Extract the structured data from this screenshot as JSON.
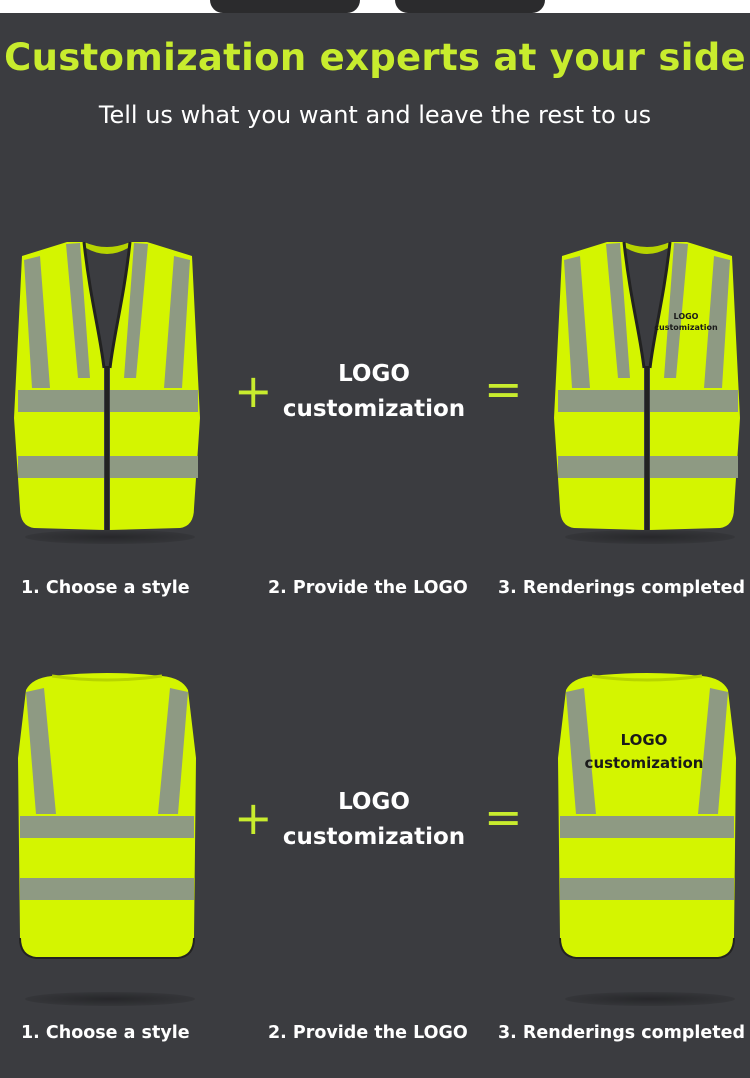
{
  "header": {
    "title": "Customization experts at your side",
    "subtitle": "Tell us what you want and leave the rest to us"
  },
  "colors": {
    "background": "#3b3c40",
    "accent": "#c8ec2e",
    "vest": "#d4f500",
    "reflective": "#8e9a83"
  },
  "operators": {
    "plus": "+",
    "equals": "="
  },
  "sections": [
    {
      "view": "front",
      "middle_line1": "LOGO",
      "middle_line2": "customization",
      "result_logo_line1": "LOGO",
      "result_logo_line2": "customization",
      "steps": [
        "1. Choose a style",
        "2. Provide the LOGO",
        "3. Renderings completed"
      ]
    },
    {
      "view": "back",
      "middle_line1": "LOGO",
      "middle_line2": "customization",
      "result_logo_line1": "LOGO",
      "result_logo_line2": "customization",
      "steps": [
        "1. Choose a style",
        "2. Provide the LOGO",
        "3. Renderings completed"
      ]
    }
  ]
}
